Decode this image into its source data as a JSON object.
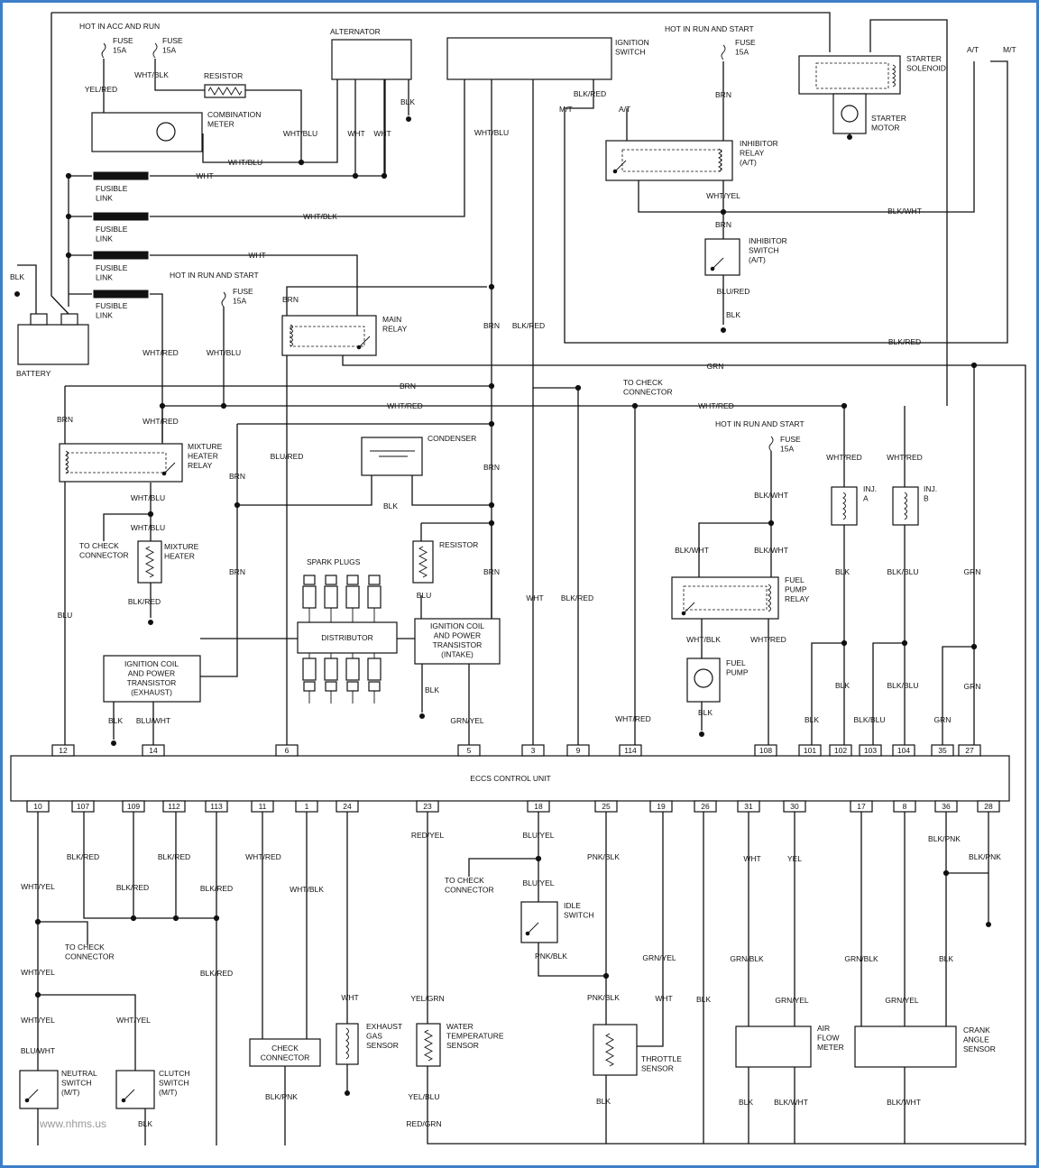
{
  "watermark": "www.nhms.us",
  "components": {
    "alternator": "ALTERNATOR",
    "ignition_switch": "IGNITION\nSWITCH",
    "starter_solenoid": "STARTER\nSOLENOID",
    "starter_motor": "STARTER\nMOTOR",
    "resistor_top": "RESISTOR",
    "combination_meter": "COMBINATION\nMETER",
    "inhibitor_relay": "INHIBITOR\nRELAY\n(A/T)",
    "inhibitor_switch": "INHIBITOR\nSWITCH\n(A/T)",
    "battery": "BATTERY",
    "main_relay": "MAIN\nRELAY",
    "to_check_connector_top": "TO CHECK\nCONNECTOR",
    "mixture_heater_relay": "MIXTURE\nHEATER\nRELAY",
    "condenser": "CONDENSER",
    "to_check_connector_left": "TO CHECK\nCONNECTOR",
    "mixture_heater": "MIXTURE\nHEATER",
    "resistor_mid": "RESISTOR",
    "spark_plugs": "SPARK PLUGS",
    "distributor": "DISTRIBUTOR",
    "ign_coil_intake": "IGNITION COIL\nAND POWER\nTRANSISTOR\n(INTAKE)",
    "ign_coil_exhaust": "IGNITION COIL\nAND POWER\nTRANSISTOR\n(EXHAUST)",
    "fuel_pump_relay": "FUEL\nPUMP\nRELAY",
    "fuel_pump": "FUEL\nPUMP",
    "inj_a": "INJ.\nA",
    "inj_b": "INJ.\nB",
    "eccs": "ECCS CONTROL UNIT",
    "to_check_connector_bl": "TO CHECK\nCONNECTOR",
    "neutral_switch": "NEUTRAL\nSWITCH\n(M/T)",
    "clutch_switch": "CLUTCH\nSWITCH\n(M/T)",
    "check_connector": "CHECK\nCONNECTOR",
    "exhaust_gas_sensor": "EXHAUST\nGAS\nSENSOR",
    "water_temp_sensor": "WATER\nTEMPERATURE\nSENSOR",
    "to_check_connector_mid": "TO CHECK\nCONNECTOR",
    "idle_switch": "IDLE\nSWITCH",
    "throttle_sensor": "THROTTLE\nSENSOR",
    "air_flow_meter": "AIR\nFLOW\nMETER",
    "crank_angle_sensor": "CRANK\nANGLE\nSENSOR",
    "fusible_link": "FUSIBLE\nLINK"
  },
  "notes": {
    "hot_acc_run": "HOT IN ACC AND RUN",
    "hot_run_start_1": "HOT IN RUN AND START",
    "hot_run_start_2": "HOT IN RUN AND START",
    "hot_run_start_3": "HOT IN RUN AND START",
    "fuse_15a": "FUSE\n15A",
    "at": "A/T",
    "mt": "M/T"
  },
  "pins_top": [
    "12",
    "14",
    "6",
    "5",
    "3",
    "9",
    "114",
    "108",
    "101",
    "102",
    "103",
    "104",
    "35",
    "27"
  ],
  "pins_bottom": [
    "10",
    "107",
    "109",
    "112",
    "113",
    "11",
    "1",
    "24",
    "23",
    "18",
    "25",
    "19",
    "26",
    "31",
    "30",
    "17",
    "8",
    "36",
    "28"
  ],
  "wire_labels": {
    "wht": "WHT",
    "blk": "BLK",
    "brn": "BRN",
    "grn": "GRN",
    "blu": "BLU",
    "wht_blu": "WHT/BLU",
    "wht_blk": "WHT/BLK",
    "wht_red": "WHT/RED",
    "wht_yel": "WHT/YEL",
    "blk_red": "BLK/RED",
    "blk_wht": "BLK/WHT",
    "blk_blu": "BLK/BLU",
    "blk_pnk": "BLK/PNK",
    "blu_red": "BLU/RED",
    "blu_wht": "BLU/WHT",
    "blu_yel": "BLU/YEL",
    "yel_red": "YEL/RED",
    "yel_grn": "YEL/GRN",
    "yel_blu": "YEL/BLU",
    "red_yel": "RED/YEL",
    "red_grn": "RED/GRN",
    "grn_yel": "GRN/YEL",
    "grn_blk": "GRN/BLK",
    "pnk_blk": "PNK/BLK",
    "yel": "YEL"
  }
}
